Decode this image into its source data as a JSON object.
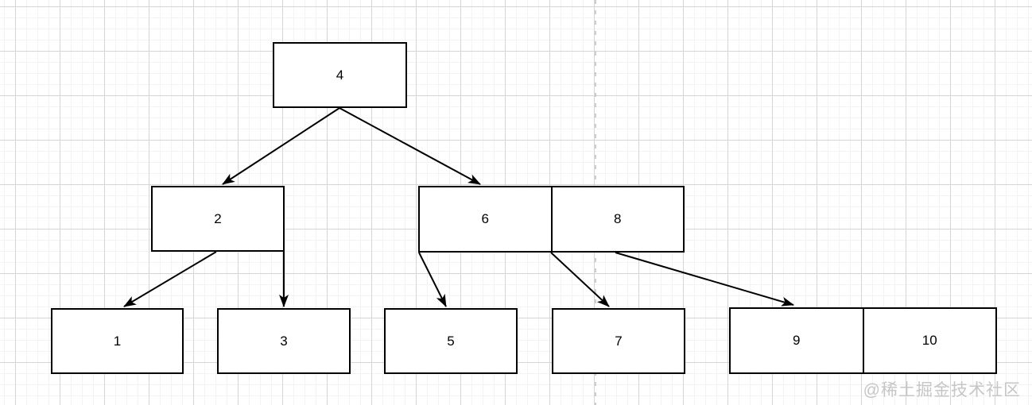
{
  "diagram": {
    "type": "b-tree",
    "nodes": [
      {
        "id": "node-4",
        "keys": [
          "4"
        ]
      },
      {
        "id": "node-2",
        "keys": [
          "2"
        ]
      },
      {
        "id": "node-6-8",
        "keys": [
          "6",
          "8"
        ]
      },
      {
        "id": "node-1",
        "keys": [
          "1"
        ]
      },
      {
        "id": "node-3",
        "keys": [
          "3"
        ]
      },
      {
        "id": "node-5",
        "keys": [
          "5"
        ]
      },
      {
        "id": "node-7",
        "keys": [
          "7"
        ]
      },
      {
        "id": "node-9-10",
        "keys": [
          "9",
          "10"
        ]
      }
    ],
    "edges": [
      {
        "from": "4",
        "to": "2"
      },
      {
        "from": "4",
        "to": "6"
      },
      {
        "from": "2",
        "to": "1"
      },
      {
        "from": "2",
        "to": "3"
      },
      {
        "from": "6",
        "to": "5"
      },
      {
        "from": "6|8",
        "to": "7"
      },
      {
        "from": "8",
        "to": "9"
      }
    ],
    "colors": {
      "node_fill": "#ffffff",
      "node_stroke": "#000000",
      "edge_stroke": "#000000",
      "grid_minor": "#f3f3f3",
      "grid_major": "#d5d5d5",
      "page_boundary": "#bdbdbd"
    }
  },
  "watermark": {
    "text": "@稀土掘金技术社区",
    "color": "#c6c6c6"
  }
}
